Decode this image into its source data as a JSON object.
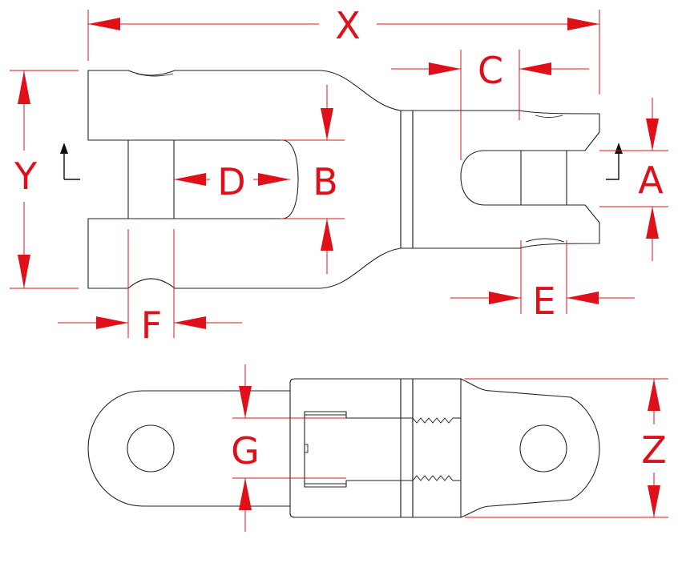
{
  "diagram": {
    "colors": {
      "dimension": "#e0101a",
      "part_outline": "#222222",
      "background": "#ffffff"
    },
    "dimension_labels": {
      "X": "X",
      "Y": "Y",
      "C": "C",
      "D": "D",
      "B": "B",
      "A": "A",
      "E": "E",
      "F": "F",
      "G": "G",
      "Z": "Z"
    },
    "views": [
      "top-view",
      "side-view"
    ]
  }
}
